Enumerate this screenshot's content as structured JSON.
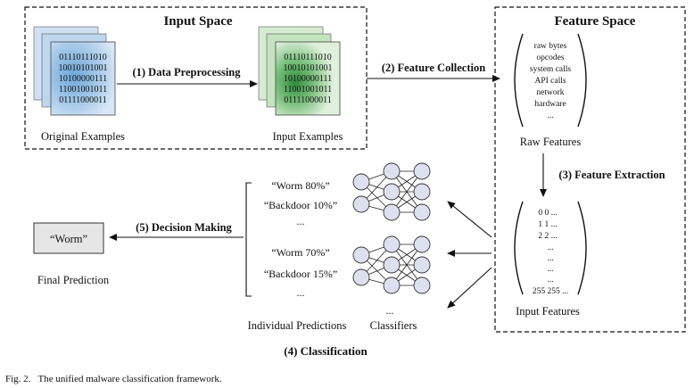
{
  "input_space": {
    "title": "Input Space",
    "original_caption": "Original Examples",
    "input_caption": "Input Examples",
    "binary_lines": [
      "01110111010",
      "10010101001",
      "10100000111",
      "11001001011",
      "01111000011"
    ]
  },
  "feature_space": {
    "title": "Feature Space",
    "raw_items": [
      "raw bytes",
      "opcodes",
      "system calls",
      "API calls",
      "network",
      "hardware",
      "..."
    ],
    "raw_caption": "Raw Features",
    "input_rows": [
      "0  0  ...",
      "1  1  ...",
      "2  2  ...",
      "...",
      "...",
      "...",
      "...",
      "255 255 ..."
    ],
    "input_caption": "Input Features"
  },
  "steps": {
    "preprocessing": "(1) Data Preprocessing",
    "collection": "(2) Feature Collection",
    "extraction": "(3) Feature  Extraction",
    "classification": "(4) Classification",
    "decision": "(5) Decision Making"
  },
  "predictions": {
    "group1": [
      "“Worm 80%”",
      "“Backdoor 10%”",
      "..."
    ],
    "group2": [
      "“Worm 70%”",
      "“Backdoor 15%”",
      "..."
    ],
    "caption": "Individual Predictions",
    "classifiers_caption": "Classifiers",
    "classifiers_ellipsis": "..."
  },
  "final": {
    "label": "“Worm”",
    "caption": "Final Prediction"
  },
  "figure_caption": "Fig. 2.   The unified malware classification framework.",
  "colors": {
    "blue_doc": "#bcd6ee",
    "green_doc": "#cfe8c9",
    "node": "#dde0ee",
    "final_box": "#e6e6e6"
  }
}
